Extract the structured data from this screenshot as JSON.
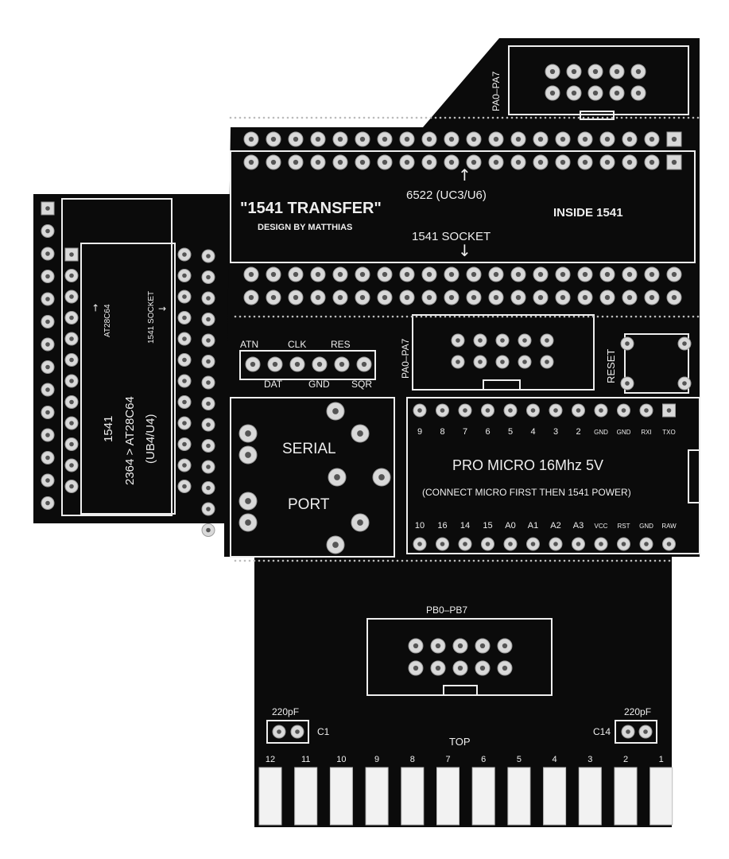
{
  "colors": {
    "pcb": "#0b0b0b",
    "silkscreen": "#eeeeee",
    "pad": "#d9d9d9",
    "finger": "#f2f2f2"
  },
  "header_top": {
    "label": "PA0–PA7"
  },
  "main_socket": {
    "title": "\"1541 TRANSFER\"",
    "subtitle": "DESIGN BY MATTHIAS",
    "chip": "6522 (UC3/U6)",
    "socket": "1541 SOCKET",
    "inside": "INSIDE 1541"
  },
  "rom_adapter": {
    "left_label": "AT28C64",
    "right_label": "1541 SOCKET",
    "line1": "1541",
    "line2": "2364 > AT28C64",
    "line3": "(UB4/U4)"
  },
  "serial_header": {
    "top_labels": [
      "ATN",
      "CLK",
      "RES"
    ],
    "bottom_labels": [
      "DAT",
      "GND",
      "SQR"
    ]
  },
  "pa_header": {
    "label": "PA0–PA7"
  },
  "reset": {
    "label": "RESET"
  },
  "serial_port": {
    "line1": "SERIAL",
    "line2": "PORT"
  },
  "pro_micro": {
    "title": "PRO MICRO 16Mhz 5V",
    "note": "(CONNECT MICRO FIRST THEN 1541 POWER)",
    "top_pins": [
      "9",
      "8",
      "7",
      "6",
      "5",
      "4",
      "3",
      "2",
      "GND",
      "GND",
      "RXI",
      "TXO"
    ],
    "bottom_pins": [
      "10",
      "16",
      "14",
      "15",
      "A0",
      "A1",
      "A2",
      "A3",
      "VCC",
      "RST",
      "GND",
      "RAW"
    ]
  },
  "pb_header": {
    "label": "PB0–PB7"
  },
  "capacitors": [
    {
      "value": "220pF",
      "ref": "C1"
    },
    {
      "value": "220pF",
      "ref": "C14"
    }
  ],
  "edge_connector": {
    "top_label": "TOP",
    "pins": [
      "12",
      "11",
      "10",
      "9",
      "8",
      "7",
      "6",
      "5",
      "4",
      "3",
      "2",
      "1"
    ]
  }
}
